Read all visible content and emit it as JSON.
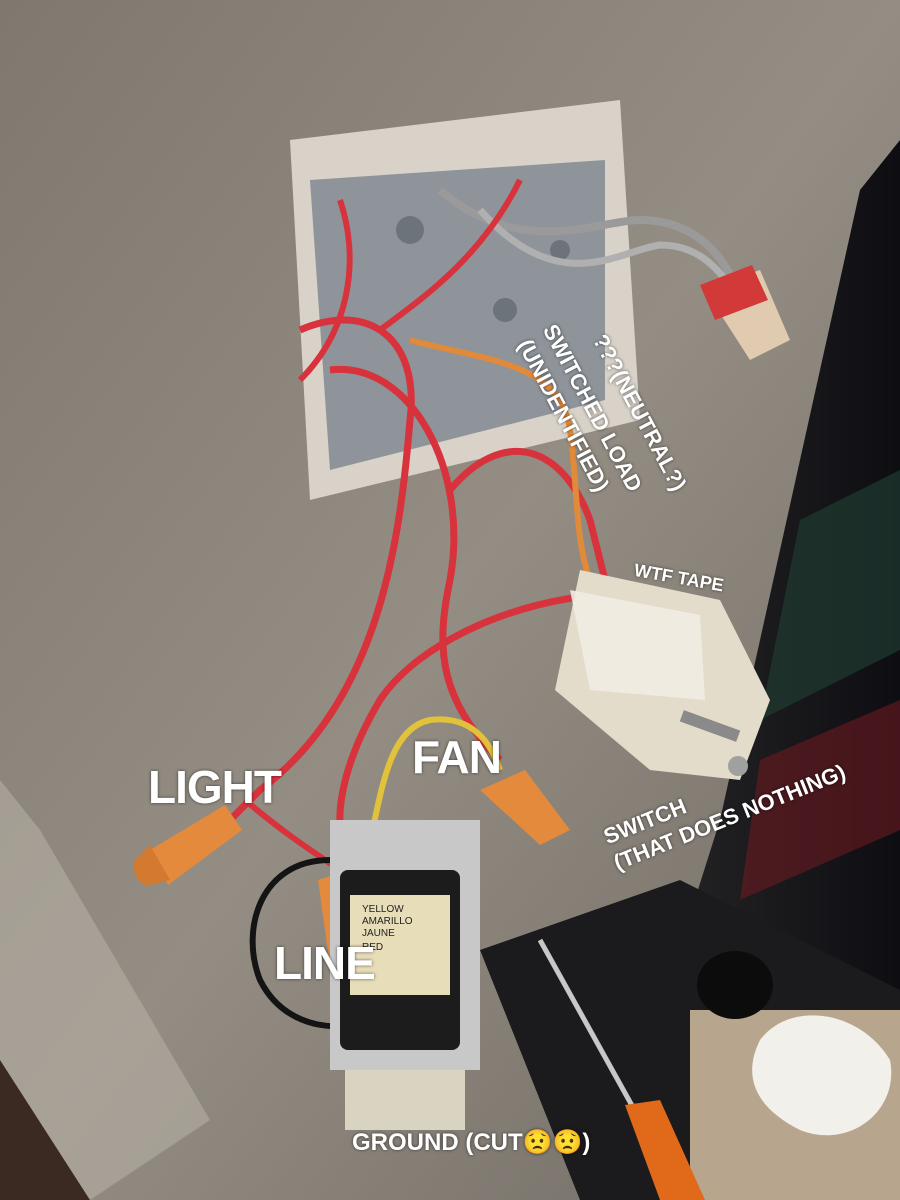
{
  "labels": {
    "light": "LIGHT",
    "fan": "FAN",
    "line": "LINE",
    "neutral": "???(NEUTRAL?)",
    "switched_load_1": "SWITCHED LOAD",
    "switched_load_2": "(UNIDENTIFIED)",
    "wtf_tape": "WTF TAPE",
    "switch_1": "SWITCH",
    "switch_2": "(THAT DOES NOTHING)",
    "ground": "GROUND (CUT😟😟)"
  },
  "device_text": {
    "yellow": "YELLOW",
    "amarillo": "AMARILLO",
    "jaune": "JAUNE",
    "red": "RED"
  },
  "colors": {
    "wall": "#8c857c",
    "red_wire": "#d8323c",
    "yellow_wire": "#e2c23a",
    "orange_wire": "#e08a3a",
    "black_wire": "#141414",
    "gray_wire": "#9a9a9a",
    "wire_nut_orange": "#e48a3c",
    "wire_nut_red": "#d23a3a",
    "metal_box": "#9aa0a6"
  }
}
